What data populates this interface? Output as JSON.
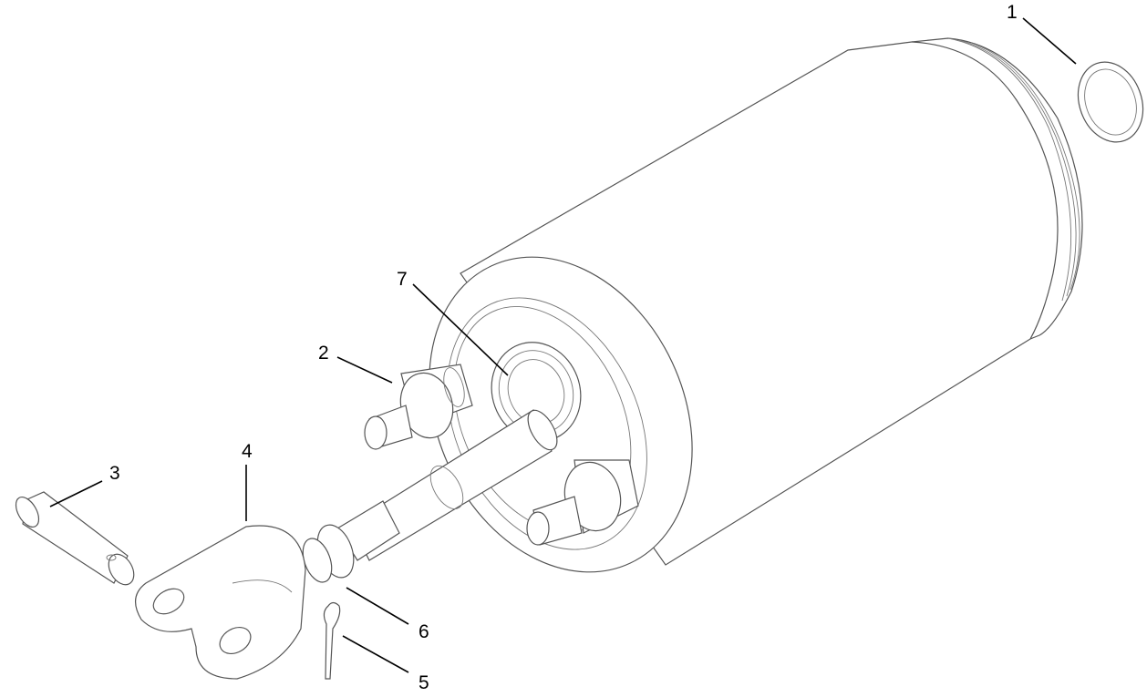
{
  "callouts": [
    {
      "id": "1",
      "label": "1"
    },
    {
      "id": "2",
      "label": "2"
    },
    {
      "id": "3",
      "label": "3"
    },
    {
      "id": "4",
      "label": "4"
    },
    {
      "id": "5",
      "label": "5"
    },
    {
      "id": "6",
      "label": "6"
    },
    {
      "id": "7",
      "label": "7"
    }
  ],
  "colors": {
    "line": "#555555",
    "leader": "#000000",
    "background": "#ffffff"
  }
}
